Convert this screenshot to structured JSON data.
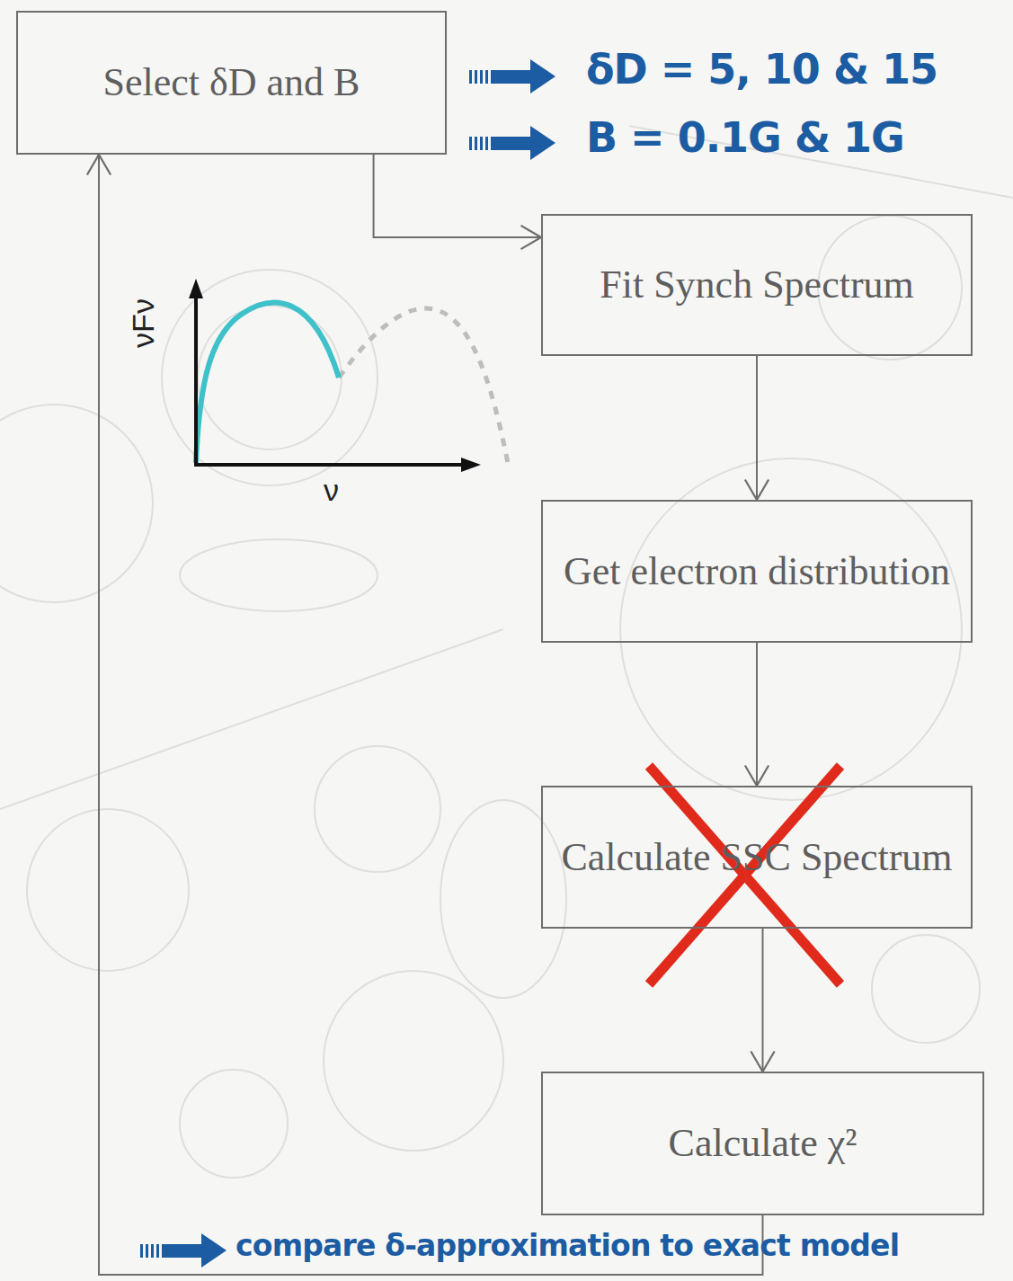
{
  "diagram": {
    "nodes": [
      {
        "text": [
          "Select δD and B"
        ]
      },
      {
        "text": [
          "Fit Synch Spectrum"
        ]
      },
      {
        "text": [
          "Get electron distribution"
        ]
      },
      {
        "text": [
          "Calculate SSC Spectrum"
        ]
      },
      {
        "text": [
          "Calculate χ²"
        ]
      }
    ],
    "edges": [
      {
        "from": 0,
        "to": 1,
        "arrow": "to"
      },
      {
        "from": 1,
        "to": 2,
        "arrow": "to"
      },
      {
        "from": 2,
        "to": 3,
        "arrow": "to"
      },
      {
        "from": 3,
        "to": 4,
        "arrow": "to"
      },
      {
        "from": 4,
        "to": 0,
        "arrow": "to"
      }
    ],
    "labels": [
      "δD = 5, 10 & 15",
      "B = 0.1G & 1G",
      "compare δ-approximation to exact model",
      "νFν",
      "ν"
    ]
  }
}
